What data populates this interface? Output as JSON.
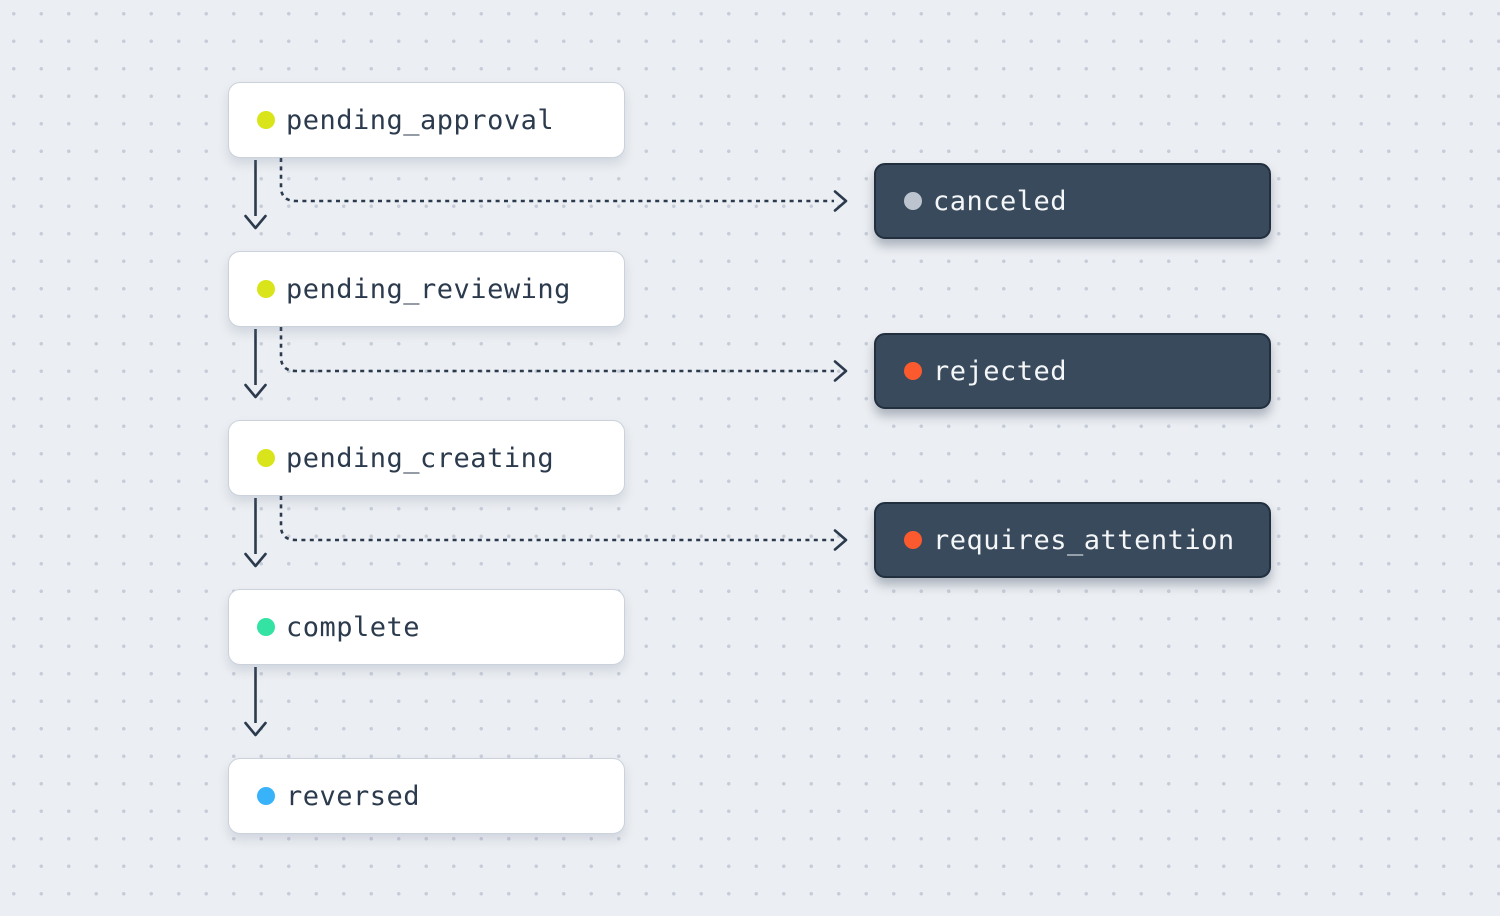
{
  "diagram": {
    "background_color": "#ebeef2",
    "grid_dot_color": "#c7cdd8",
    "arrow_color": "#2b3a4d",
    "main_flow": [
      {
        "id": "pending_approval",
        "label": "pending_approval",
        "dot_color": "#d9e41b",
        "variant": "light"
      },
      {
        "id": "pending_reviewing",
        "label": "pending_reviewing",
        "dot_color": "#d9e41b",
        "variant": "light"
      },
      {
        "id": "pending_creating",
        "label": "pending_creating",
        "dot_color": "#d9e41b",
        "variant": "light"
      },
      {
        "id": "complete",
        "label": "complete",
        "dot_color": "#34e3a4",
        "variant": "light"
      },
      {
        "id": "reversed",
        "label": "reversed",
        "dot_color": "#38b3f9",
        "variant": "light"
      }
    ],
    "branch_states": [
      {
        "id": "canceled",
        "label": "canceled",
        "dot_color": "#bcc5cf",
        "variant": "dark"
      },
      {
        "id": "rejected",
        "label": "rejected",
        "dot_color": "#fb5a2e",
        "variant": "dark"
      },
      {
        "id": "requires_attention",
        "label": "requires_attention",
        "dot_color": "#fb5a2e",
        "variant": "dark"
      }
    ],
    "edges": [
      {
        "from": "pending_approval",
        "to": "pending_reviewing",
        "style": "solid"
      },
      {
        "from": "pending_approval",
        "to": "canceled",
        "style": "dashed"
      },
      {
        "from": "pending_reviewing",
        "to": "pending_creating",
        "style": "solid"
      },
      {
        "from": "pending_reviewing",
        "to": "rejected",
        "style": "dashed"
      },
      {
        "from": "pending_creating",
        "to": "complete",
        "style": "solid"
      },
      {
        "from": "pending_creating",
        "to": "requires_attention",
        "style": "dashed"
      },
      {
        "from": "complete",
        "to": "reversed",
        "style": "solid"
      }
    ]
  }
}
